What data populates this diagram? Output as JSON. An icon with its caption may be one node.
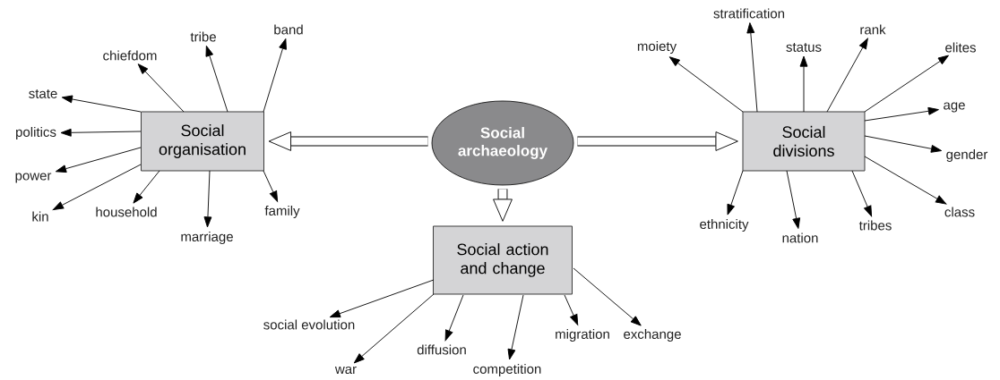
{
  "diagram": {
    "nodes": [
      {
        "text": [
          "Social archaeology"
        ]
      },
      {
        "text": [
          "Social organisation"
        ]
      },
      {
        "text": [
          "Social divisions"
        ]
      },
      {
        "text": [
          "Social action and change"
        ]
      },
      {
        "text": [
          "band"
        ]
      },
      {
        "text": [
          "tribe"
        ]
      },
      {
        "text": [
          "chiefdom"
        ]
      },
      {
        "text": [
          "state"
        ]
      },
      {
        "text": [
          "politics"
        ]
      },
      {
        "text": [
          "power"
        ]
      },
      {
        "text": [
          "kin"
        ]
      },
      {
        "text": [
          "household"
        ]
      },
      {
        "text": [
          "marriage"
        ]
      },
      {
        "text": [
          "family"
        ]
      },
      {
        "text": [
          "stratification"
        ]
      },
      {
        "text": [
          "moiety"
        ]
      },
      {
        "text": [
          "status"
        ]
      },
      {
        "text": [
          "rank"
        ]
      },
      {
        "text": [
          "elites"
        ]
      },
      {
        "text": [
          "age"
        ]
      },
      {
        "text": [
          "gender"
        ]
      },
      {
        "text": [
          "class"
        ]
      },
      {
        "text": [
          "tribes"
        ]
      },
      {
        "text": [
          "nation"
        ]
      },
      {
        "text": [
          "ethnicity"
        ]
      },
      {
        "text": [
          "social evolution"
        ]
      },
      {
        "text": [
          "war"
        ]
      },
      {
        "text": [
          "diffusion"
        ]
      },
      {
        "text": [
          "competition"
        ]
      },
      {
        "text": [
          "migration"
        ]
      },
      {
        "text": [
          "exchange"
        ]
      }
    ],
    "edges": [
      {
        "from": 0,
        "to": 1,
        "arrow": "to",
        "style": "thick"
      },
      {
        "from": 0,
        "to": 2,
        "arrow": "to",
        "style": "thick"
      },
      {
        "from": 0,
        "to": 3,
        "arrow": "to",
        "style": "thick"
      },
      {
        "from": 1,
        "to": 4,
        "arrow": "to"
      },
      {
        "from": 1,
        "to": 5,
        "arrow": "to"
      },
      {
        "from": 1,
        "to": 6,
        "arrow": "to"
      },
      {
        "from": 1,
        "to": 7,
        "arrow": "to"
      },
      {
        "from": 1,
        "to": 8,
        "arrow": "to"
      },
      {
        "from": 1,
        "to": 9,
        "arrow": "to"
      },
      {
        "from": 1,
        "to": 10,
        "arrow": "to"
      },
      {
        "from": 1,
        "to": 11,
        "arrow": "to"
      },
      {
        "from": 1,
        "to": 12,
        "arrow": "to"
      },
      {
        "from": 1,
        "to": 13,
        "arrow": "to"
      },
      {
        "from": 2,
        "to": 14,
        "arrow": "to"
      },
      {
        "from": 2,
        "to": 15,
        "arrow": "to"
      },
      {
        "from": 2,
        "to": 16,
        "arrow": "to"
      },
      {
        "from": 2,
        "to": 17,
        "arrow": "to"
      },
      {
        "from": 2,
        "to": 18,
        "arrow": "to"
      },
      {
        "from": 2,
        "to": 19,
        "arrow": "to"
      },
      {
        "from": 2,
        "to": 20,
        "arrow": "to"
      },
      {
        "from": 2,
        "to": 21,
        "arrow": "to"
      },
      {
        "from": 2,
        "to": 22,
        "arrow": "to"
      },
      {
        "from": 2,
        "to": 23,
        "arrow": "to"
      },
      {
        "from": 2,
        "to": 24,
        "arrow": "to"
      },
      {
        "from": 3,
        "to": 25,
        "arrow": "to"
      },
      {
        "from": 3,
        "to": 26,
        "arrow": "to"
      },
      {
        "from": 3,
        "to": 27,
        "arrow": "to"
      },
      {
        "from": 3,
        "to": 28,
        "arrow": "to"
      },
      {
        "from": 3,
        "to": 29,
        "arrow": "to"
      },
      {
        "from": 3,
        "to": 30,
        "arrow": "to"
      }
    ]
  }
}
